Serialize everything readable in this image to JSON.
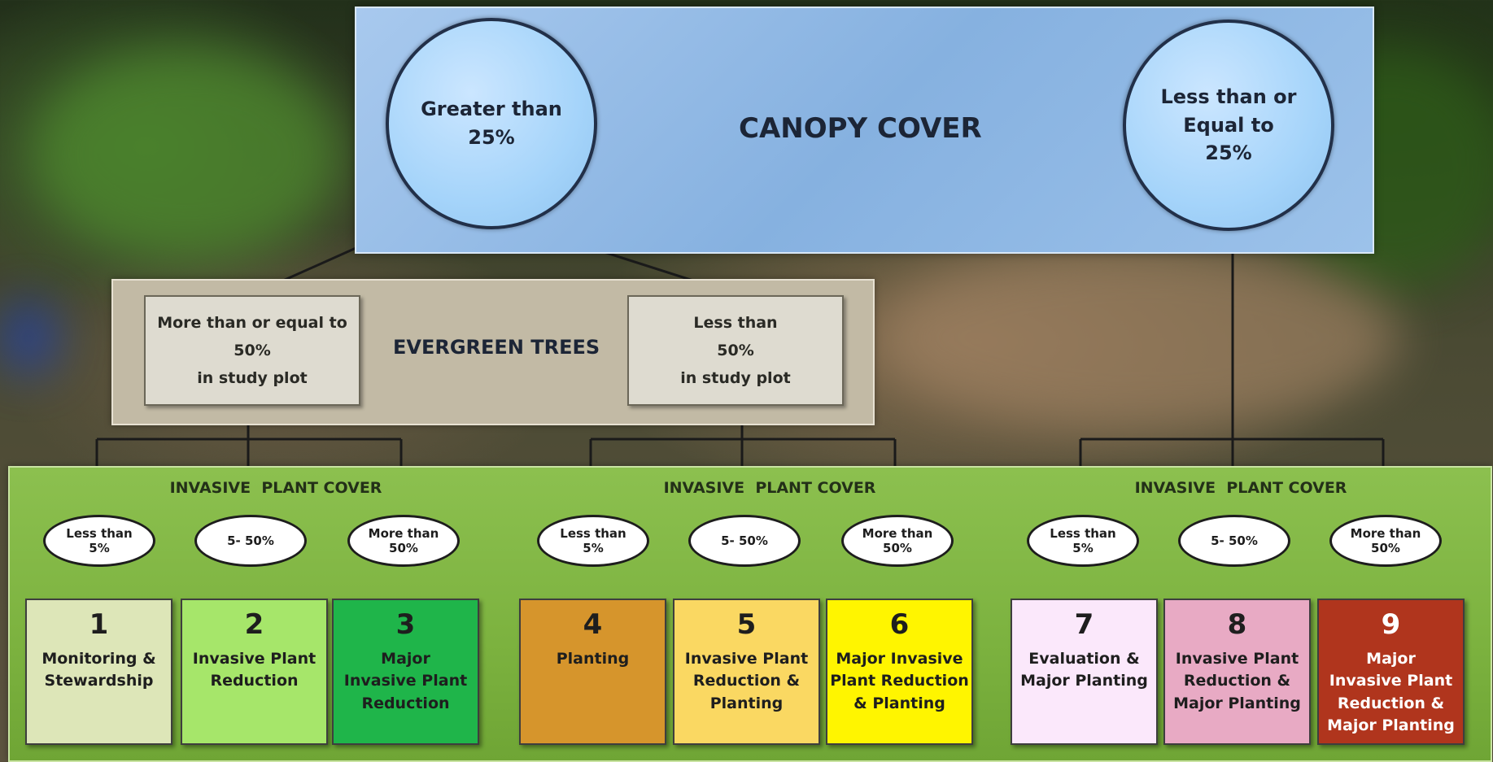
{
  "canopy": {
    "title": "CANOPY COVER",
    "left_circle": "Greater than\n25%",
    "right_circle": "Less than or\nEqual to\n25%"
  },
  "evergreen": {
    "title": "EVERGREEN TREES",
    "left_box": "More than or equal to\n50%\nin study plot",
    "right_box": "Less than\n50%\nin study plot"
  },
  "invasive_label": "INVASIVE  PLANT COVER",
  "ovals": [
    "Less than\n5%",
    "5- 50%",
    "More than\n50%",
    "Less than\n5%",
    "5- 50%",
    "More than\n50%",
    "Less than\n5%",
    "5- 50%",
    "More than\n50%"
  ],
  "actions": [
    {
      "number": "1",
      "label": "Monitoring &\nStewardship",
      "color": "#dde6b8"
    },
    {
      "number": "2",
      "label": "Invasive Plant\nReduction",
      "color": "#a6e66a"
    },
    {
      "number": "3",
      "label": "Major\nInvasive Plant\nReduction",
      "color": "#1fb54a"
    },
    {
      "number": "4",
      "label": "Planting",
      "color": "#d6952c"
    },
    {
      "number": "5",
      "label": "Invasive Plant\nReduction &\nPlanting",
      "color": "#fad862"
    },
    {
      "number": "6",
      "label": "Major Invasive\nPlant Reduction\n& Planting",
      "color": "#fff500"
    },
    {
      "number": "7",
      "label": "Evaluation &\nMajor Planting",
      "color": "#fbe8fb"
    },
    {
      "number": "8",
      "label": "Invasive Plant\nReduction &\nMajor Planting",
      "color": "#e8aac4"
    },
    {
      "number": "9",
      "label": "Major\nInvasive Plant\nReduction &\nMajor Planting",
      "color": "#b0351d"
    }
  ]
}
